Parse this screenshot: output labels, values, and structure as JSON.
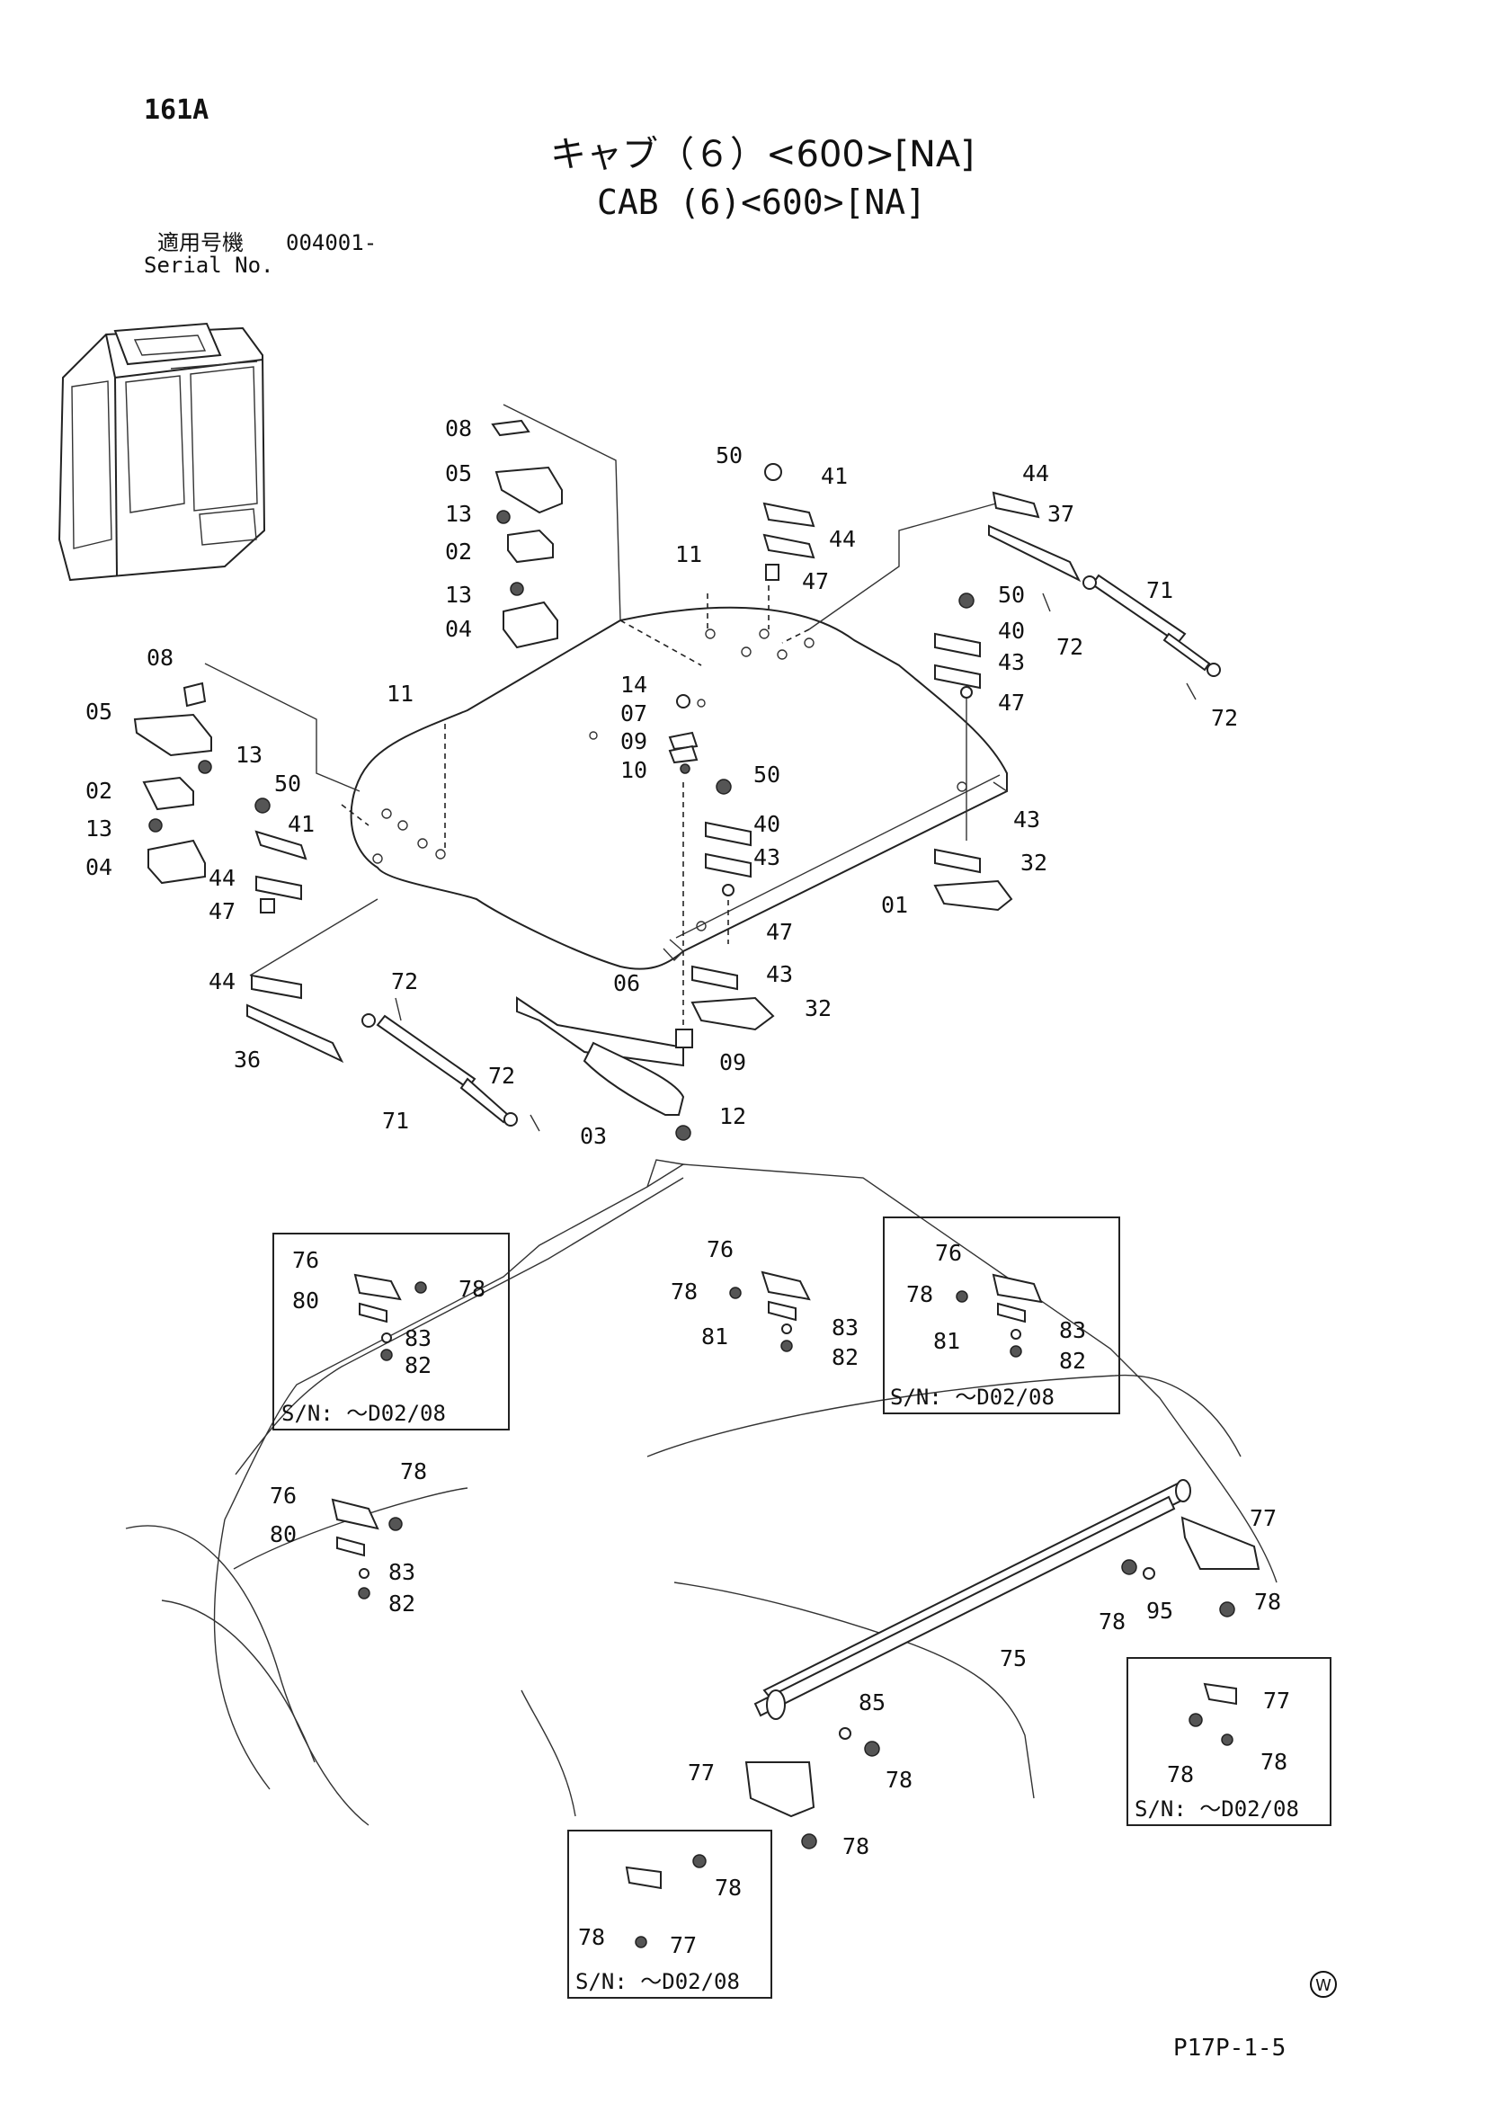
{
  "header": {
    "page_code": "161A",
    "title_ja": "キャブ（６）<600>[NA]",
    "title_en": "CAB (6)<600>[NA]",
    "serial_label_ja": "適用号機",
    "serial_label_en": "Serial No.",
    "serial_from": "004001-"
  },
  "footer": {
    "drawing_code": "P17P-1-5",
    "mark": "W"
  },
  "callouts": {
    "c08a": "08",
    "c05a": "05",
    "c13a": "13",
    "c02a": "02",
    "c13b": "13",
    "c04a": "04",
    "c08b": "08",
    "c05b": "05",
    "c13c": "13",
    "c02b": "02",
    "c13d": "13",
    "c04b": "04",
    "c11a": "11",
    "c11b": "11",
    "c50a": "50",
    "c41a": "41",
    "c44a": "44",
    "c47a": "47",
    "c44b": "44",
    "c37": "37",
    "c71a": "71",
    "c72a": "72",
    "c72b": "72",
    "c50b": "50",
    "c40a": "40",
    "c43a": "43",
    "c47b": "47",
    "c14": "14",
    "c07": "07",
    "c09a": "09",
    "c10": "10",
    "c50c": "50",
    "c40b": "40",
    "c43b": "43",
    "c47c": "47",
    "c43c": "43",
    "c43d": "43",
    "c32a": "32",
    "c01": "01",
    "c32b": "32",
    "c50d": "50",
    "c41b": "41",
    "c44c": "44",
    "c47d": "47",
    "c44d": "44",
    "c36": "36",
    "c72c": "72",
    "c72d": "72",
    "c71b": "71",
    "c06": "06",
    "c09b": "09",
    "c03": "03",
    "c12": "12",
    "c76a": "76",
    "c78a": "78",
    "c80a": "80",
    "c83a": "83",
    "c82a": "82",
    "c76b": "76",
    "c78b": "78",
    "c81a": "81",
    "c83b": "83",
    "c82b": "82",
    "c76c": "76",
    "c78c": "78",
    "c81b": "81",
    "c83c": "83",
    "c82c": "82",
    "c78d": "78",
    "c76d": "76",
    "c80b": "80",
    "c83d": "83",
    "c82d": "82",
    "c77a": "77",
    "c78e": "78",
    "c95": "95",
    "c78f": "78",
    "c75": "75",
    "c85": "85",
    "c77b": "77",
    "c78g": "78",
    "c78h": "78",
    "c77c": "77",
    "c78i": "78",
    "c78j": "78",
    "c78k": "78",
    "c78l": "78",
    "c77d": "77"
  },
  "inset_notes": {
    "box1": "S/N: ～D02/08",
    "box2": "S/N: ～D02/08",
    "box3": "S/N: ～D02/08",
    "box4": "S/N: ～D02/08"
  }
}
